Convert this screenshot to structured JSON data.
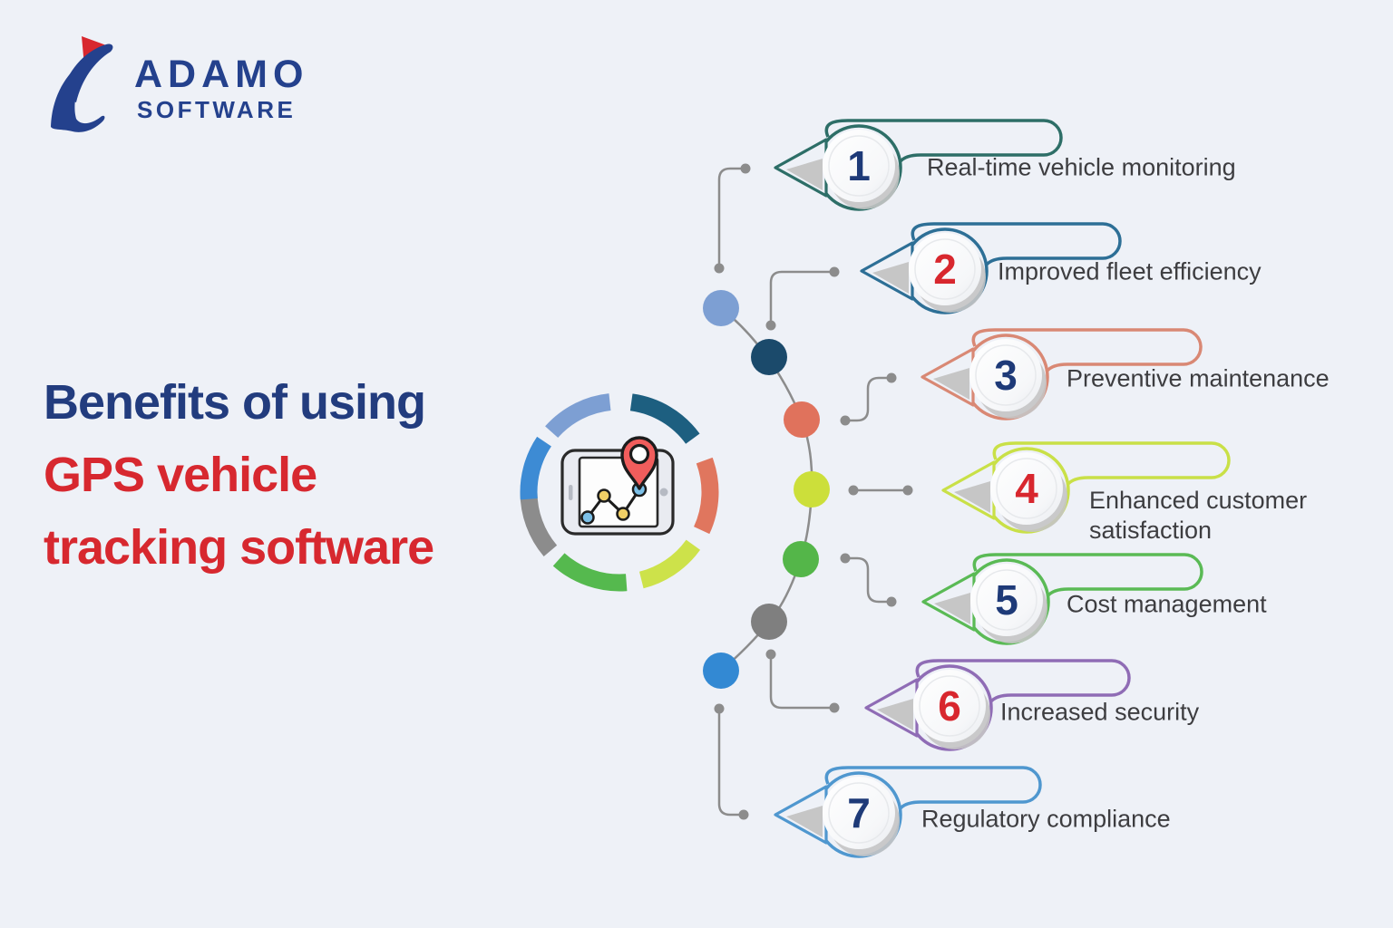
{
  "background_color": "#eef1f7",
  "logo": {
    "brand": "ADAMO",
    "subtitle": "SOFTWARE",
    "mark_navy": "#24418d",
    "mark_red": "#d8272e"
  },
  "title": {
    "line1": "Benefits of using",
    "line2": "GPS vehicle",
    "line3": "tracking software",
    "line1_color": "#223c7e",
    "line23_color": "#d7282f"
  },
  "center_icon": {
    "name": "gps-tablet-route-icon",
    "ring_colors": [
      "#7d9fd3",
      "#1d5f80",
      "#e0765e",
      "#cde24a",
      "#55b94e",
      "#8c8c8c",
      "#3d8bd4"
    ],
    "pin_color": "#f15d5c",
    "route_dot_colors": [
      "#7cc0e8",
      "#f0cf66",
      "#f0cf66",
      "#7cc0e8"
    ]
  },
  "connector_color": "#8c8c8c",
  "number_colors": {
    "navy": "#1e3a78",
    "red": "#d8272e"
  },
  "items": [
    {
      "number": "1",
      "label": "Real-time vehicle monitoring",
      "outline_color": "#2d6e67",
      "number_color": "#1e3a78",
      "dot_color": "#7d9fd3"
    },
    {
      "number": "2",
      "label": "Improved fleet efficiency",
      "outline_color": "#2d6f96",
      "number_color": "#d8272e",
      "dot_color": "#1b4a6b"
    },
    {
      "number": "3",
      "label": "Preventive maintenance",
      "outline_color": "#d98874",
      "number_color": "#1e3a78",
      "dot_color": "#e0725c"
    },
    {
      "number": "4",
      "label": "Enhanced customer satisfaction",
      "outline_color": "#c9e047",
      "number_color": "#d8272e",
      "dot_color": "#ccdf3a"
    },
    {
      "number": "5",
      "label": "Cost management",
      "outline_color": "#5aba55",
      "number_color": "#1e3a78",
      "dot_color": "#54b649"
    },
    {
      "number": "6",
      "label": "Increased security",
      "outline_color": "#8f6cb5",
      "number_color": "#d8272e",
      "dot_color": "#7f7f7f"
    },
    {
      "number": "7",
      "label": "Regulatory compliance",
      "outline_color": "#4f97cf",
      "number_color": "#1e3a78",
      "dot_color": "#3389d3"
    }
  ]
}
